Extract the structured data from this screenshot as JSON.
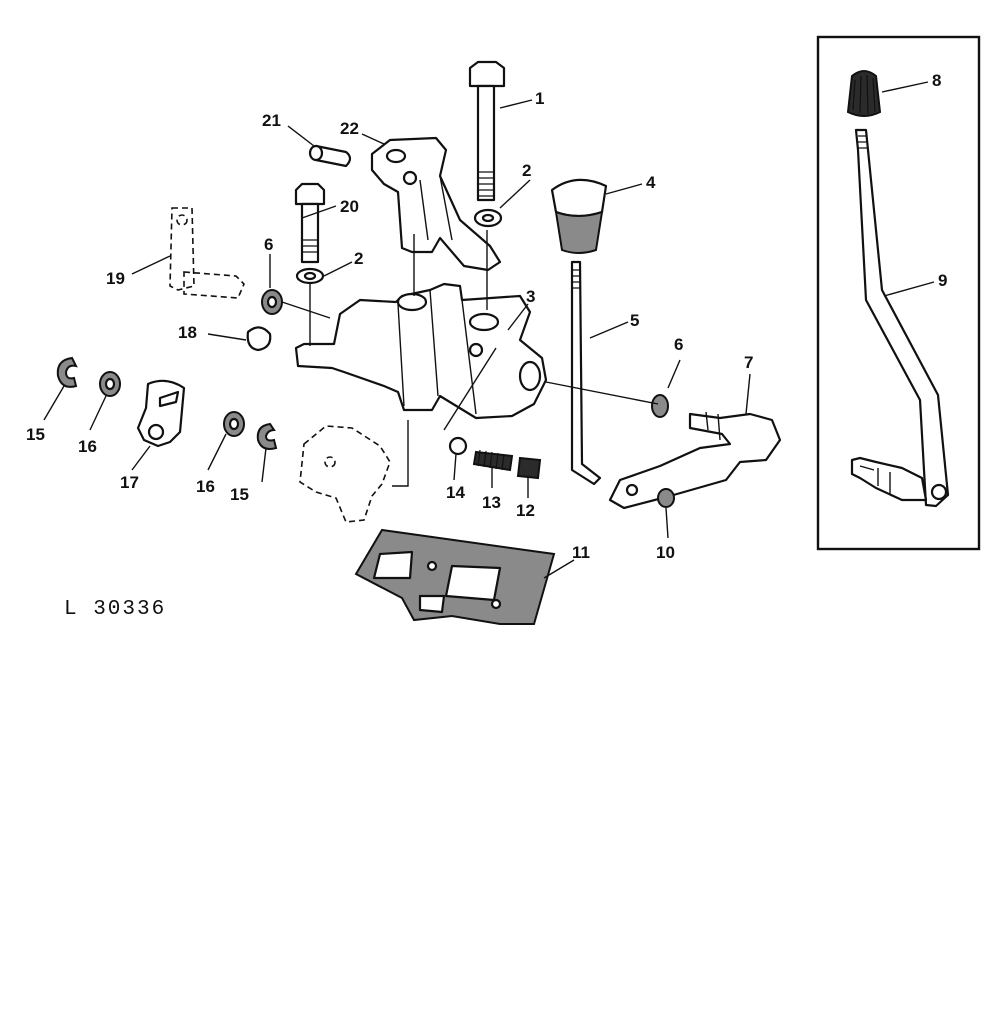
{
  "figure_code": "L 30336",
  "callouts": {
    "c1": "1",
    "c2a": "2",
    "c2b": "2",
    "c3": "3",
    "c4": "4",
    "c5": "5",
    "c6a": "6",
    "c6b": "6",
    "c7": "7",
    "c8": "8",
    "c9": "9",
    "c10": "10",
    "c11": "11",
    "c12": "12",
    "c13": "13",
    "c14": "14",
    "c15a": "15",
    "c15b": "15",
    "c16a": "16",
    "c16b": "16",
    "c17": "17",
    "c18": "18",
    "c19": "19",
    "c20": "20",
    "c21": "21",
    "c22": "22"
  }
}
